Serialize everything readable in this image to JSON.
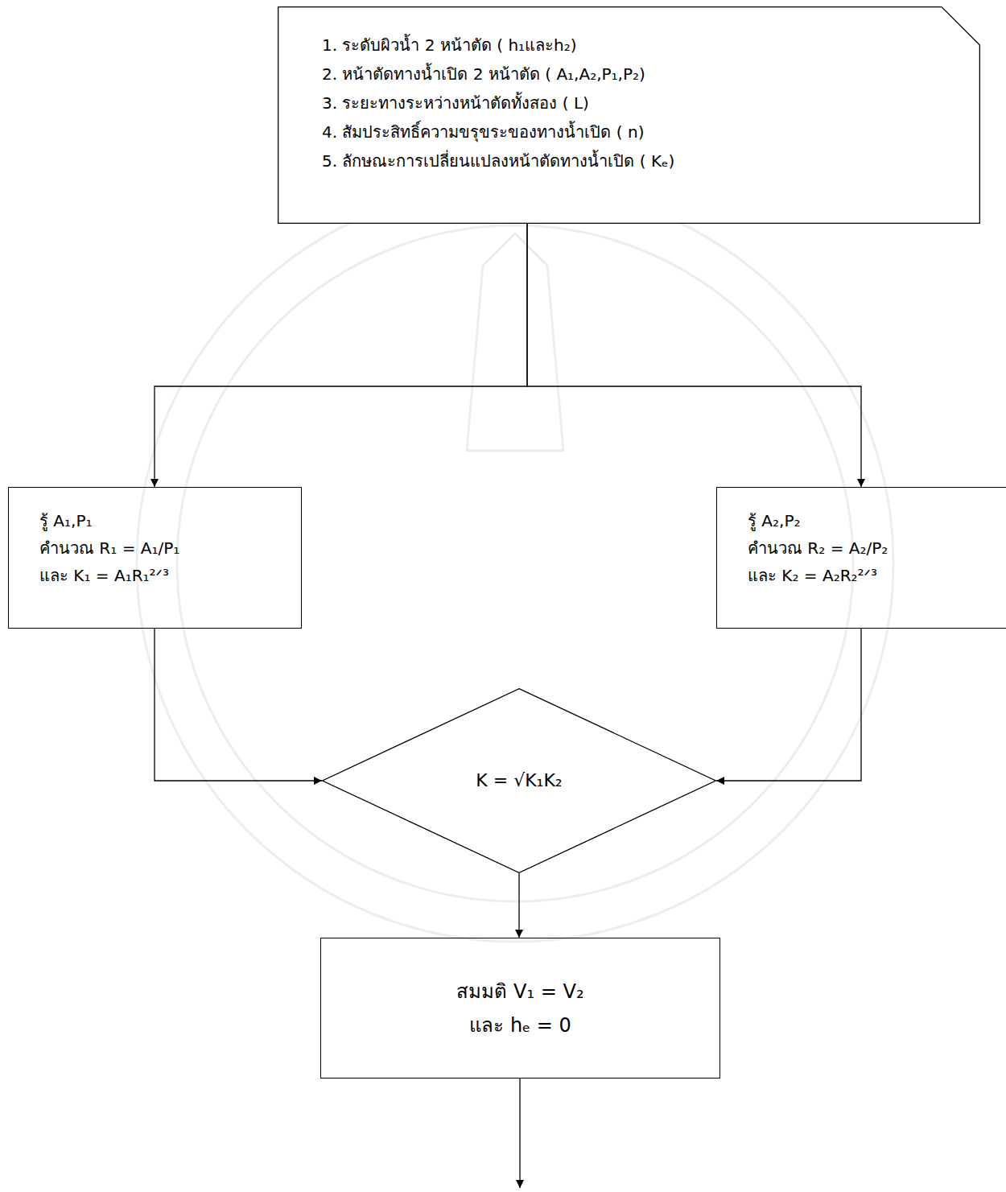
{
  "diagram": {
    "nodes": [
      {
        "text": [
          "1. ระดับผิวน้ำ 2 หน้าตัด ( h₁และh₂)",
          "2. หน้าตัดทางน้ำเปิด 2 หน้าตัด ( A₁,A₂,P₁,P₂)",
          "3. ระยะทางระหว่างหน้าตัดทั้งสอง ( L)",
          "4. สัมประสิทธิ์ความขรุขระของทางน้ำเปิด ( n)",
          "5. ลักษณะการเปลี่ยนแปลงหน้าตัดทางน้ำเปิด ( Kₑ)"
        ]
      },
      {
        "text": [
          "รู้ A₁,P₁",
          "คำนวณ R₁ = A₁/P₁",
          "และ K₁ = A₁R₁²ᐟ³"
        ]
      },
      {
        "text": [
          "รู้ A₂,P₂",
          "คำนวณ R₂ = A₂/P₂",
          "และ K₂ = A₂R₂²ᐟ³"
        ]
      },
      {
        "text": [
          "K = √K₁K₂"
        ]
      },
      {
        "text": [
          "สมมติ V₁ = V₂",
          "และ hₑ = 0"
        ]
      }
    ],
    "edges": [
      {
        "from": 0,
        "to": 1,
        "arrow": "to"
      },
      {
        "from": 0,
        "to": 2,
        "arrow": "to"
      },
      {
        "from": 1,
        "to": 3,
        "arrow": "to"
      },
      {
        "from": 2,
        "to": 3,
        "arrow": "to"
      },
      {
        "from": 3,
        "to": 4,
        "arrow": "to"
      }
    ]
  }
}
